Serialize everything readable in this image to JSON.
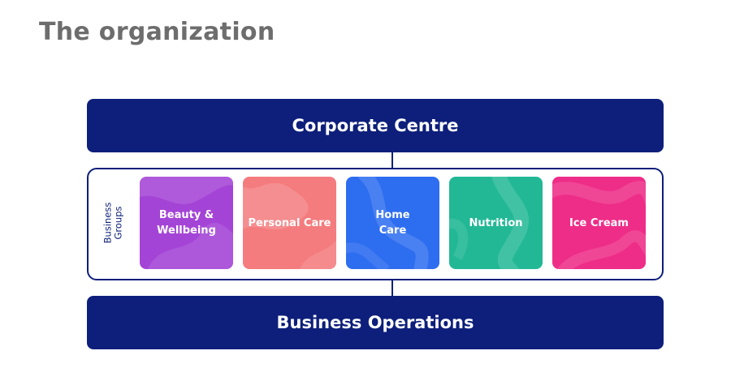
{
  "title": "The organization",
  "corporate_centre": "Corporate Centre",
  "business_operations": "Business Operations",
  "groups_label": "Business\nGroups",
  "tiles": [
    {
      "label": "Beauty &\nWellbeing",
      "color": "#a444d6"
    },
    {
      "label": "Personal Care",
      "color": "#f47c7e"
    },
    {
      "label": "Home\nCare",
      "color": "#2d6df0"
    },
    {
      "label": "Nutrition",
      "color": "#22b896"
    },
    {
      "label": "Ice Cream",
      "color": "#ee2d88"
    }
  ],
  "colors": {
    "navy": "#0d1f7a",
    "title_gray": "#6d6d6d"
  }
}
